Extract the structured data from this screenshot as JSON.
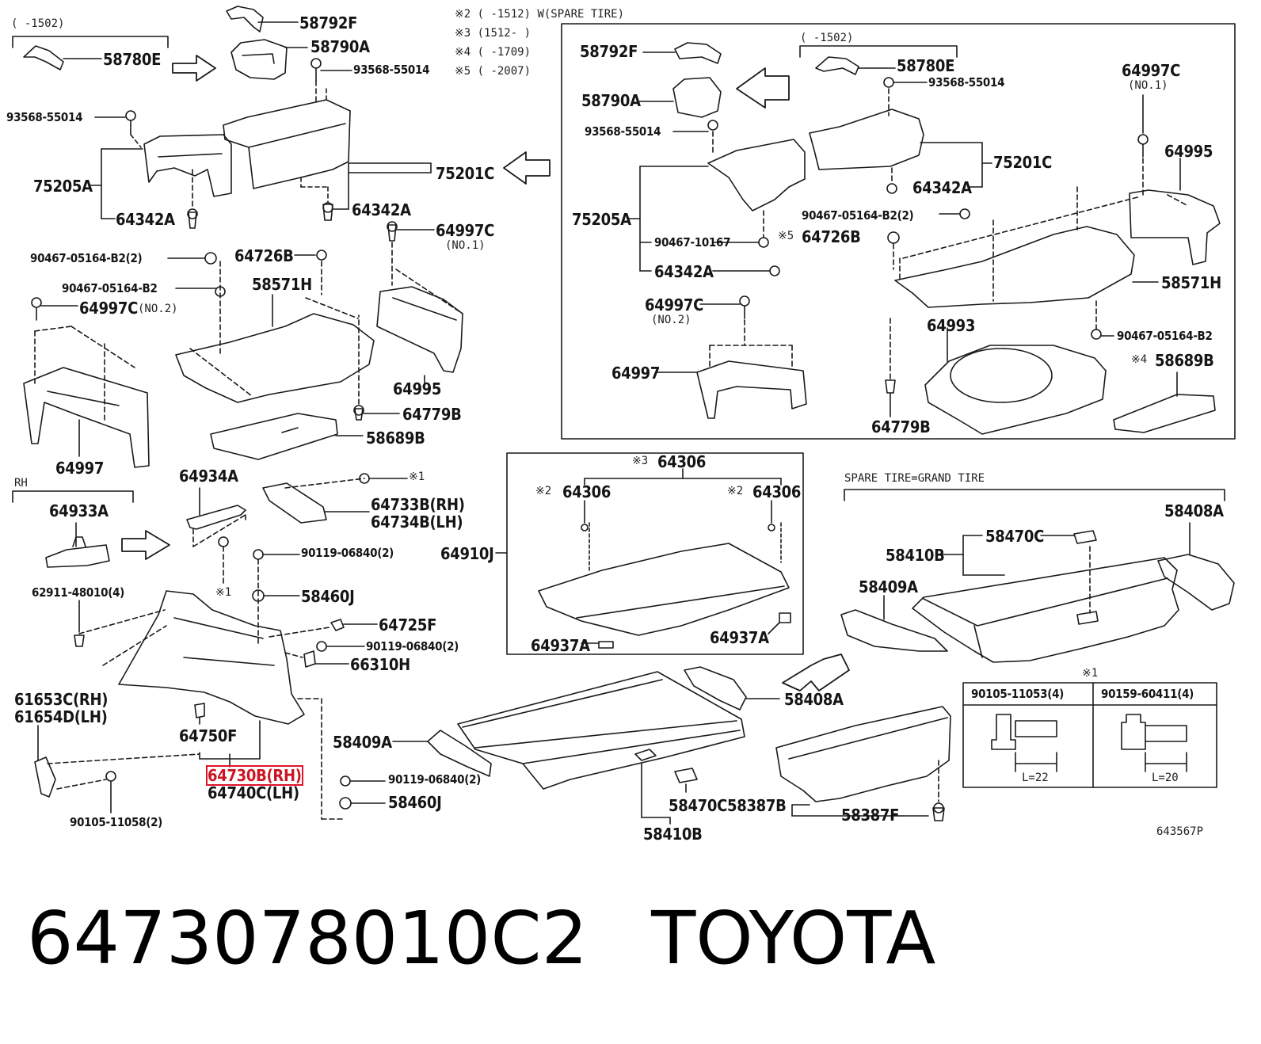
{
  "diagram": {
    "ref_code": "643567P",
    "notes": {
      "n1": "※2 (     -1512) W(SPARE TIRE)",
      "n2": "※3 (1512-      )",
      "n3": "※4 (     -1709)",
      "n4": "※5 (     -2007)",
      "range_left": "(    -1502)",
      "range_right": "(    -1502)",
      "rh": "RH",
      "spare": "SPARE TIRE=GRAND TIRE",
      "mark_1": "※1",
      "mark_1b": "※1",
      "mark_1c": "※1",
      "mark_5": "※5",
      "mark_4": "※4",
      "mark_3": "※3",
      "mark_2a": "※2",
      "mark_2b": "※2",
      "no1": "(NO.1)",
      "no2": "(NO.2)",
      "no1b": "(NO.1)",
      "no2b": "(NO.2)"
    },
    "parts": {
      "p58780E": "58780E",
      "p58792F": "58792F",
      "p58790A": "58790A",
      "p93568a": "93568-55014",
      "p93568b": "93568-55014",
      "p75205A": "75205A",
      "p64342A_a": "64342A",
      "p64342A_b": "64342A",
      "p75201C": "75201C",
      "p64997C_a": "64997C",
      "p90467a": "90467-05164-B2(2)",
      "p64726B": "64726B",
      "p90467b": "90467-05164-B2",
      "p58571H": "58571H",
      "p64997C_b": "64997C",
      "p64995": "64995",
      "p64997": "64997",
      "p64779B": "64779B",
      "p58689B": "58689B",
      "p64934A": "64934A",
      "p64933A": "64933A",
      "p64733B": "64733B(RH)",
      "p64734B": "64734B(LH)",
      "p90119a": "90119-06840(2)",
      "p58460J_a": "58460J",
      "p62911": "62911-48010(4)",
      "p64725F": "64725F",
      "p90119b": "90119-06840(2)",
      "p66310H": "66310H",
      "p61653C": "61653C(RH)",
      "p61654D": "61654D(LH)",
      "p64750F": "64750F",
      "p64730B": "64730B(RH)",
      "p64740C": "64740C(LH)",
      "p90105a": "90105-11058(2)",
      "p90119c": "90119-06840(2)",
      "p58460J_b": "58460J",
      "r58792F": "58792F",
      "r58780E": "58780E",
      "r93568a": "93568-55014",
      "r58790A": "58790A",
      "r93568b": "93568-55014",
      "r64997C": "64997C",
      "r64995": "64995",
      "r75201C": "75201C",
      "r75205A": "75205A",
      "r64342A_a": "64342A",
      "r90467a": "90467-05164-B2(2)",
      "r90467_10167": "90467-10167",
      "r64726B": "64726B",
      "r64342A_b": "64342A",
      "r58571H": "58571H",
      "r64997C_b": "64997C",
      "r64993": "64993",
      "r90467b": "90467-05164-B2",
      "r64997": "64997",
      "r58689B": "58689B",
      "r64779B": "64779B",
      "c64306": "64306",
      "c64306a": "64306",
      "c64306b": "64306",
      "c64910J": "64910J",
      "c64937A_a": "64937A",
      "c64937A_b": "64937A",
      "s58408A": "58408A",
      "s58470C": "58470C",
      "s58410B": "58410B",
      "s58409A": "58409A",
      "b58408A": "58408A",
      "b58409A": "58409A",
      "b58470C": "58470C",
      "b58387B": "58387B",
      "b58410B": "58410B",
      "b58387F": "58387F"
    },
    "bolt_table": {
      "h1": "90105-11053(4)",
      "h2": "90159-60411(4)",
      "l1": "L=22",
      "l2": "L=20"
    }
  },
  "caption": {
    "part_number": "6473078010C2",
    "brand": "TOYOTA"
  }
}
